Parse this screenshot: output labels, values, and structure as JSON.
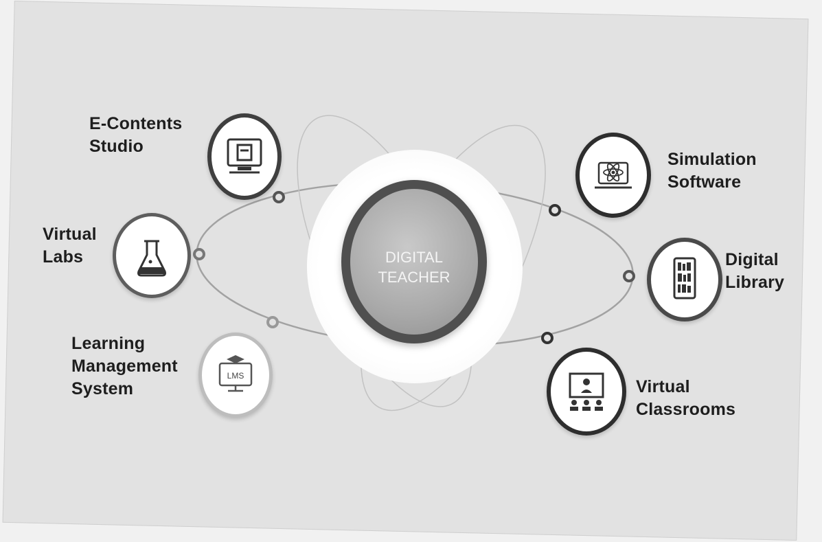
{
  "center": {
    "line1": "DIGITAL",
    "line2": "TEACHER"
  },
  "nodes": {
    "econtents": {
      "line1": "E-Contents",
      "line2": "Studio",
      "icon": "monitor-icon"
    },
    "virtual_labs": {
      "line1": "Virtual",
      "line2": "Labs",
      "icon": "flask-icon"
    },
    "lms": {
      "line1": "Learning",
      "line2": "Management",
      "line3": "System",
      "icon": "lms-icon",
      "icon_text": "LMS"
    },
    "simulation": {
      "line1": "Simulation",
      "line2": "Software",
      "icon": "atom-laptop-icon"
    },
    "digital_library": {
      "line1": "Digital",
      "line2": "Library",
      "icon": "bookshelf-tablet-icon"
    },
    "virtual_classrooms": {
      "line1": "Virtual",
      "line2": "Classrooms",
      "icon": "classroom-board-icon"
    }
  },
  "colors": {
    "background": "#e2e2e2",
    "ring": "#4f4f4f",
    "orbit": "#9a9a9a",
    "text": "#1e1e1e"
  }
}
